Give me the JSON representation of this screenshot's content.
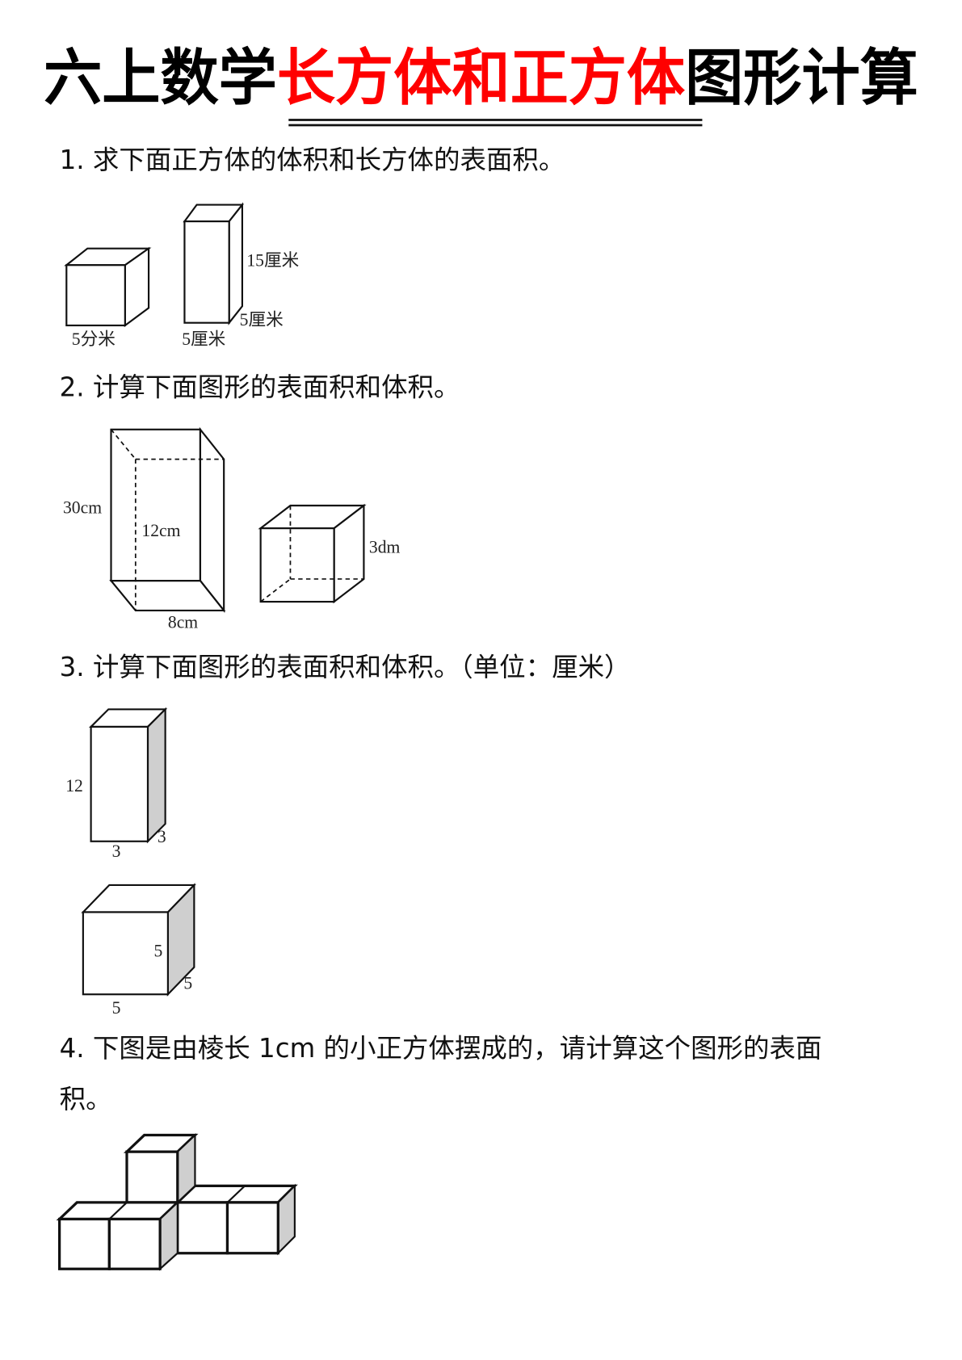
{
  "title": {
    "part1": "六上数学",
    "part2": "长方体和正方体",
    "part3": "图形计算",
    "accent_color": "#ff0000"
  },
  "questions": [
    {
      "text": "1.  求下面正方体的体积和长方体的表面积。",
      "labels": {
        "cube_edge": "5分米",
        "box_height": "15厘米",
        "box_depth": "5厘米",
        "box_width": "5厘米"
      }
    },
    {
      "text": "2.  计算下面图形的表面积和体积。",
      "labels": {
        "box_height": "30cm",
        "box_depth": "12cm",
        "box_width": "8cm",
        "cube_edge": "3dm"
      }
    },
    {
      "text": "3.  计算下面图形的表面积和体积。（单位：厘米）",
      "labels": {
        "box_height": "12",
        "box_width": "3",
        "box_depth": "3",
        "cube_height": "5",
        "cube_depth": "5",
        "cube_width": "5"
      }
    },
    {
      "text_line1": "4.  下图是由棱长 1cm 的小正方体摆成的，请计算这个图形的表面",
      "text_line2": "积。"
    }
  ]
}
